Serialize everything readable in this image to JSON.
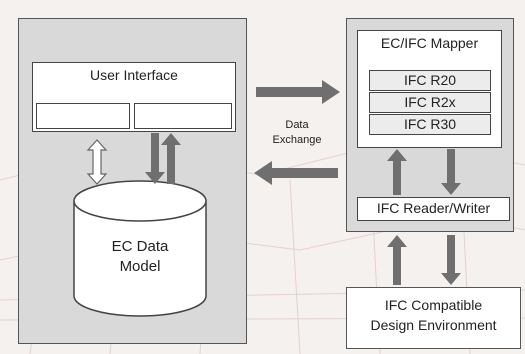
{
  "ec_system": {
    "user_interface": {
      "title": "User Interface"
    },
    "data_model": {
      "line1": "EC Data",
      "line2": "Model"
    }
  },
  "mapper": {
    "title": "EC/IFC Mapper",
    "versions": [
      "IFC R20",
      "IFC R2x",
      "IFC R30"
    ],
    "reader_writer": "IFC Reader/Writer"
  },
  "exchange": {
    "line1": "Data",
    "line2": "Exchange"
  },
  "design_env": {
    "line1": "IFC Compatible",
    "line2": "Design Environment"
  },
  "colors": {
    "panel": "#d9d9d9",
    "arrow": "#6f6f6f",
    "border": "#444444"
  }
}
